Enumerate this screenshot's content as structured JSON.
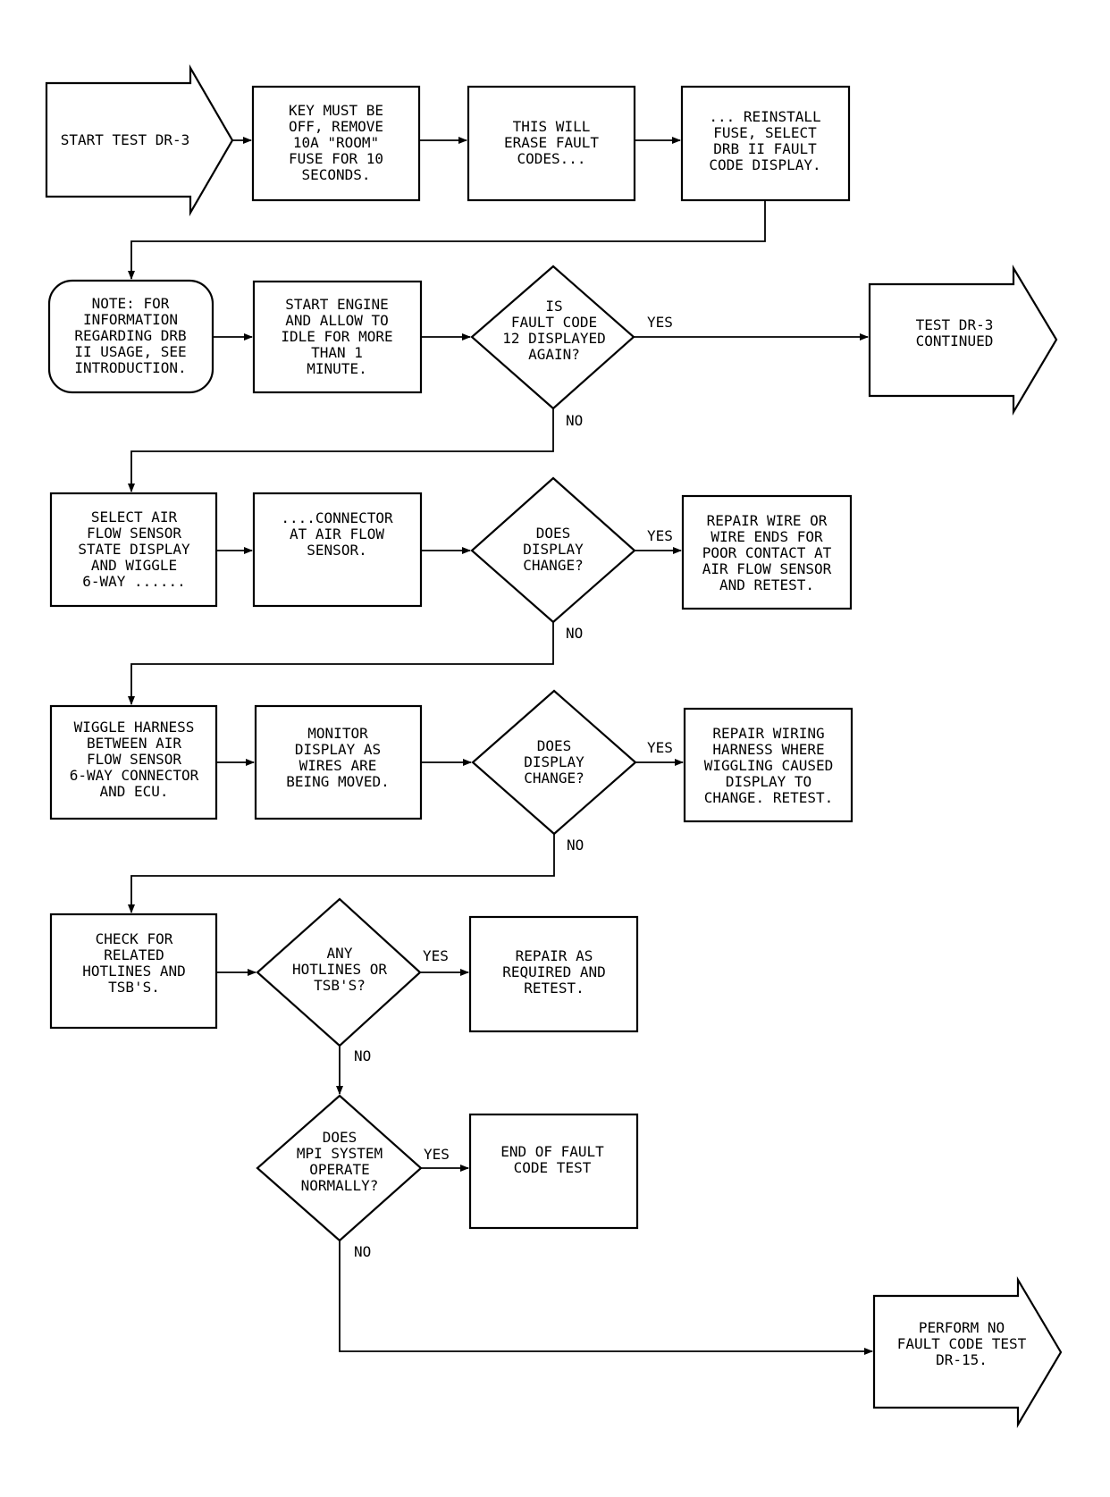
{
  "diagram": {
    "nodes": {
      "start": [
        "START TEST DR-3"
      ],
      "key_off": [
        "KEY MUST BE",
        "OFF, REMOVE",
        "10A \"ROOM\"",
        "FUSE FOR 10",
        "SECONDS."
      ],
      "erase": [
        "THIS WILL",
        "ERASE FAULT",
        "CODES..."
      ],
      "reinstall": [
        "... REINSTALL",
        "FUSE, SELECT",
        "DRB II FAULT",
        "CODE DISPLAY."
      ],
      "note": [
        "NOTE: FOR",
        "INFORMATION",
        "REGARDING DRB",
        "II USAGE, SEE",
        "INTRODUCTION."
      ],
      "start_engine": [
        "START ENGINE",
        "AND ALLOW TO",
        "IDLE FOR MORE",
        "THAN 1",
        "MINUTE."
      ],
      "fault12": [
        "IS",
        "FAULT CODE",
        "12 DISPLAYED",
        "AGAIN?"
      ],
      "continued": [
        "TEST DR-3",
        "CONTINUED"
      ],
      "select_afs": [
        "SELECT AIR",
        "FLOW SENSOR",
        "STATE DISPLAY",
        "AND WIGGLE",
        "6-WAY ......"
      ],
      "connector": [
        "....CONNECTOR",
        "AT AIR FLOW",
        "SENSOR."
      ],
      "display1": [
        "DOES",
        "DISPLAY",
        "CHANGE?"
      ],
      "repair_wire": [
        "REPAIR WIRE OR",
        "WIRE ENDS FOR",
        "POOR CONTACT AT",
        "AIR FLOW SENSOR",
        "AND RETEST."
      ],
      "wiggle": [
        "WIGGLE HARNESS",
        "BETWEEN AIR",
        "FLOW SENSOR",
        "6-WAY CONNECTOR",
        "AND ECU."
      ],
      "monitor": [
        "MONITOR",
        "DISPLAY AS",
        "WIRES ARE",
        "BEING MOVED."
      ],
      "display2": [
        "DOES",
        "DISPLAY",
        "CHANGE?"
      ],
      "repair_harness": [
        "REPAIR WIRING",
        "HARNESS WHERE",
        "WIGGLING CAUSED",
        "DISPLAY TO",
        "CHANGE. RETEST."
      ],
      "check_hotlines": [
        "CHECK FOR",
        "RELATED",
        "HOTLINES AND",
        "TSB'S."
      ],
      "any_hotlines": [
        "ANY",
        "HOTLINES OR",
        "TSB'S?"
      ],
      "repair_required": [
        "REPAIR AS",
        "REQUIRED AND",
        "RETEST."
      ],
      "mpi": [
        "DOES",
        "MPI SYSTEM",
        "OPERATE",
        "NORMALLY?"
      ],
      "end_fault": [
        "END OF FAULT",
        "CODE TEST"
      ],
      "perform_no_fault": [
        "PERFORM NO",
        "FAULT CODE TEST",
        "DR-15."
      ]
    },
    "labels": {
      "yes": "YES",
      "no": "NO"
    }
  }
}
